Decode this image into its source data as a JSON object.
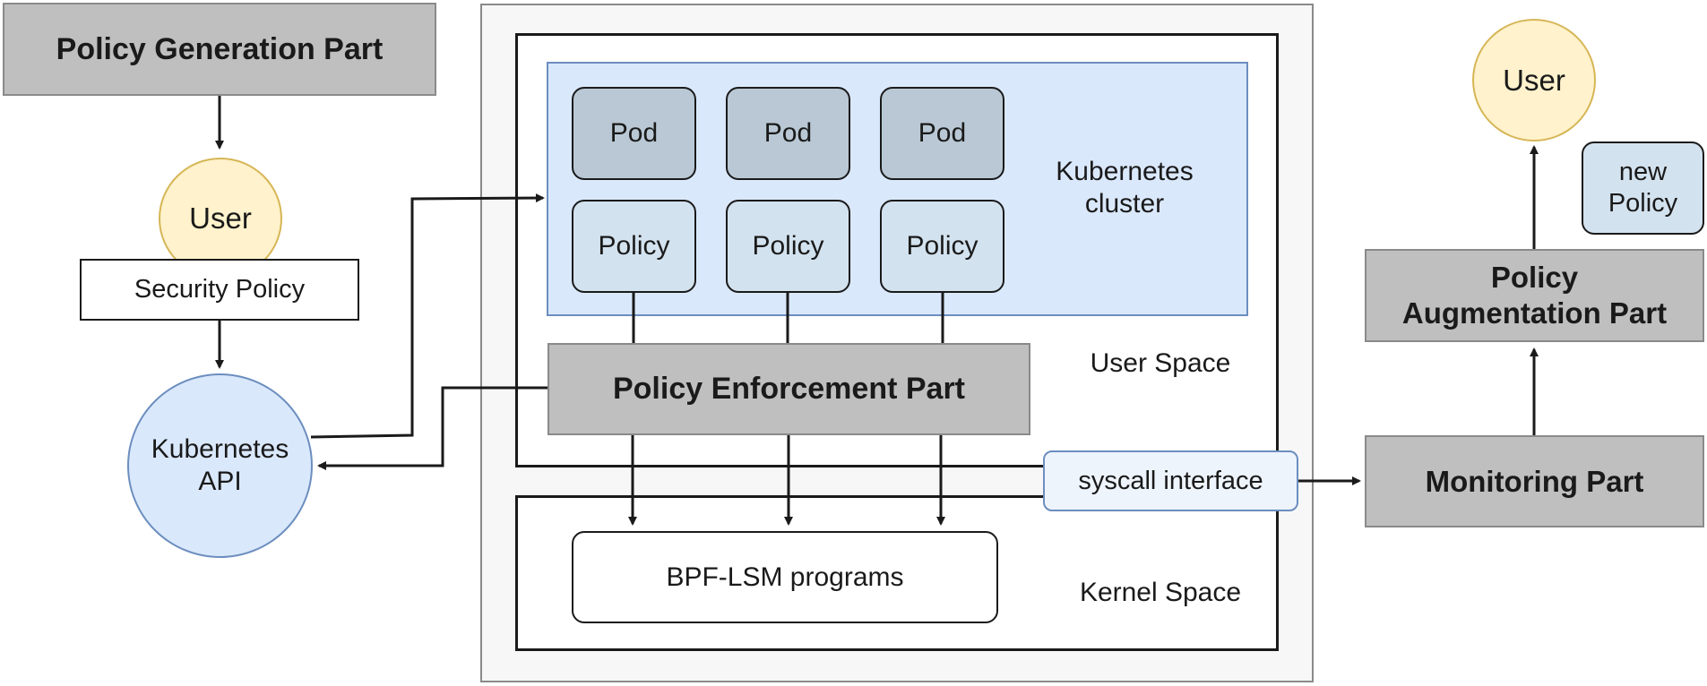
{
  "left": {
    "policy_generation": "Policy Generation Part",
    "user": "User",
    "security_policy": "Security Policy",
    "kubernetes_api_line1": "Kubernetes",
    "kubernetes_api_line2": "API"
  },
  "center": {
    "pods": [
      "Pod",
      "Pod",
      "Pod"
    ],
    "policies": [
      "Policy",
      "Policy",
      "Policy"
    ],
    "cluster_line1": "Kubernetes",
    "cluster_line2": "cluster",
    "user_space": "User Space",
    "policy_enforcement": "Policy Enforcement Part",
    "syscall_interface": "syscall interface",
    "bpf_lsm": "BPF-LSM programs",
    "kernel_space": "Kernel Space"
  },
  "right": {
    "user": "User",
    "new_policy_line1": "new",
    "new_policy_line2": "Policy",
    "augmentation_line1": "Policy",
    "augmentation_line2": "Augmentation Part",
    "monitoring": "Monitoring Part"
  },
  "colors": {
    "gray_box": "#bfbfbf",
    "user_fill": "#fff2cc",
    "user_stroke": "#d6b656",
    "api_fill": "#dae8fc",
    "api_stroke": "#6c8ebf",
    "cluster_fill": "#dae8fc",
    "pod_fill": "#b9c8d4",
    "policy_fill": "#d3e2ef"
  }
}
